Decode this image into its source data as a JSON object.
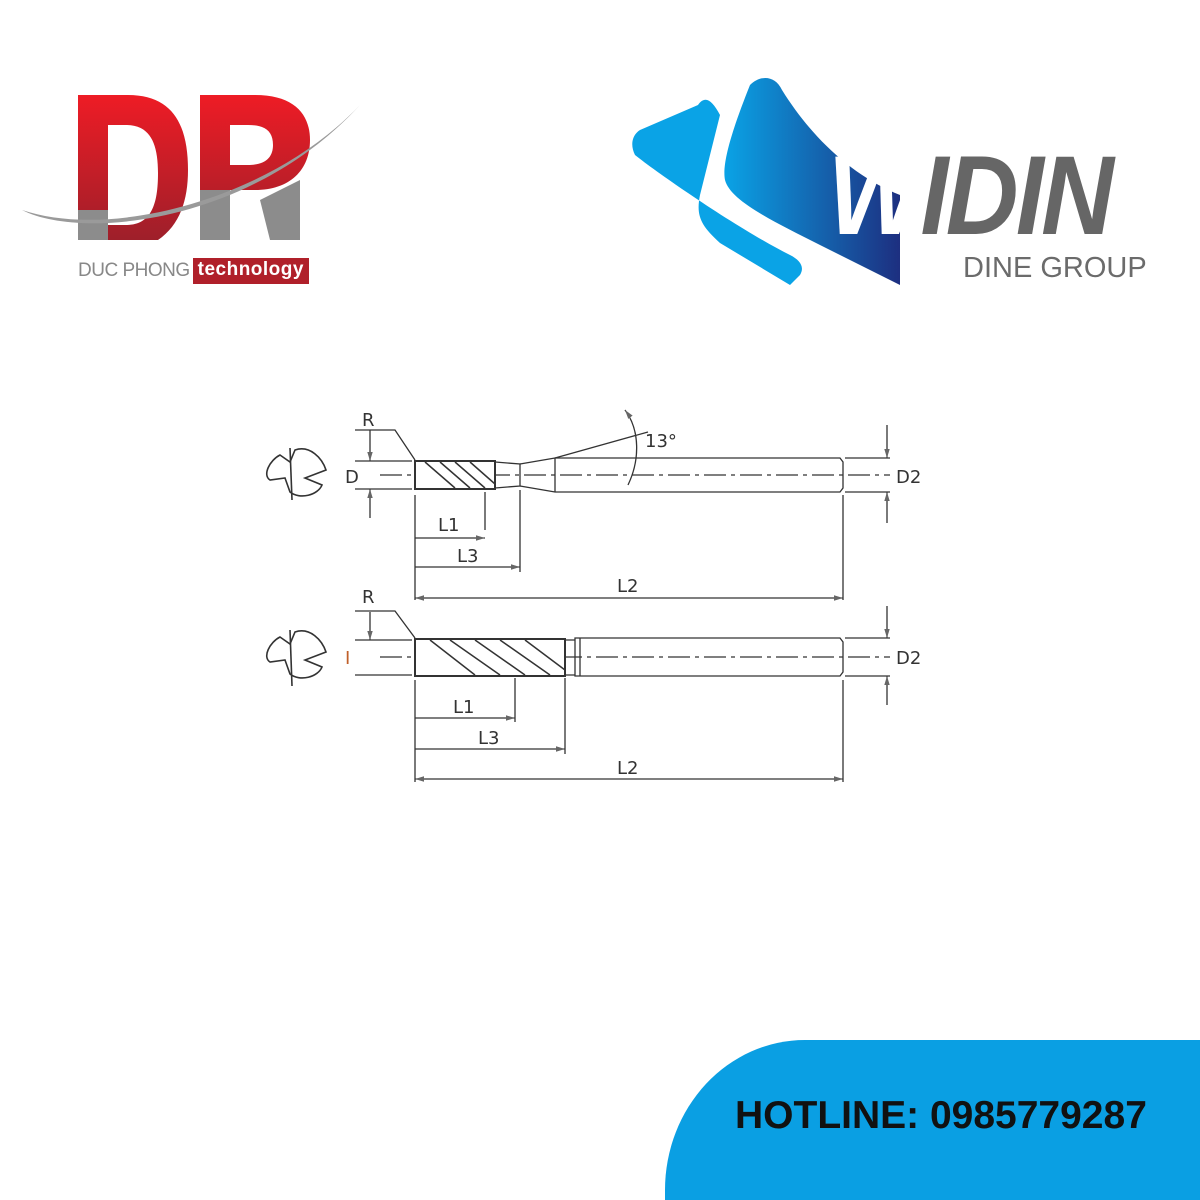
{
  "logos": {
    "dp": {
      "letters": "DP",
      "brand_name": "DUC PHONG",
      "brand_tag": "technology",
      "red": "#d4212b",
      "gray": "#8c8c8c"
    },
    "widin": {
      "wordmark": "WIDIN",
      "group": "DINE GROUP",
      "blue_light": "#0aa3e6",
      "blue_dark": "#1d3a8a"
    }
  },
  "diagram": {
    "top": {
      "radius": "R",
      "diameter": "D",
      "shank_diameter": "D2",
      "angle": "13°",
      "flute_length": "L1",
      "neck_length": "L3",
      "overall_length": "L2"
    },
    "bottom": {
      "radius": "R",
      "diameter": "I",
      "shank_diameter": "D2",
      "flute_length": "L1",
      "neck_length": "L3",
      "overall_length": "L2"
    }
  },
  "hotline": {
    "text": "HOTLINE: 0985779287",
    "color": "#0a9fe3"
  }
}
